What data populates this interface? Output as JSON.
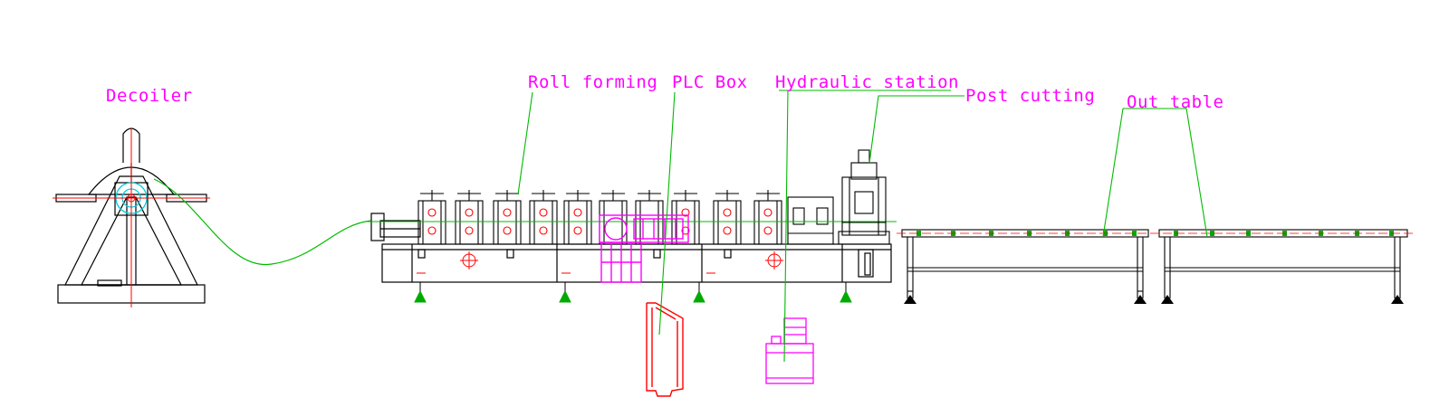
{
  "labels": {
    "decoiler": "Decoiler",
    "roll_forming": "Roll forming",
    "plc_box": "PLC Box",
    "hydraulic_station": "Hydraulic station",
    "post_cutting": "Post cutting",
    "out_table": "Out table"
  },
  "colors": {
    "label": "#ff00ff",
    "leader": "#00bb00",
    "machine": "#000000",
    "centerline": "#ff0000",
    "hub": "#00ffff",
    "feet": "#00aa00",
    "plc": "#ff0000"
  }
}
